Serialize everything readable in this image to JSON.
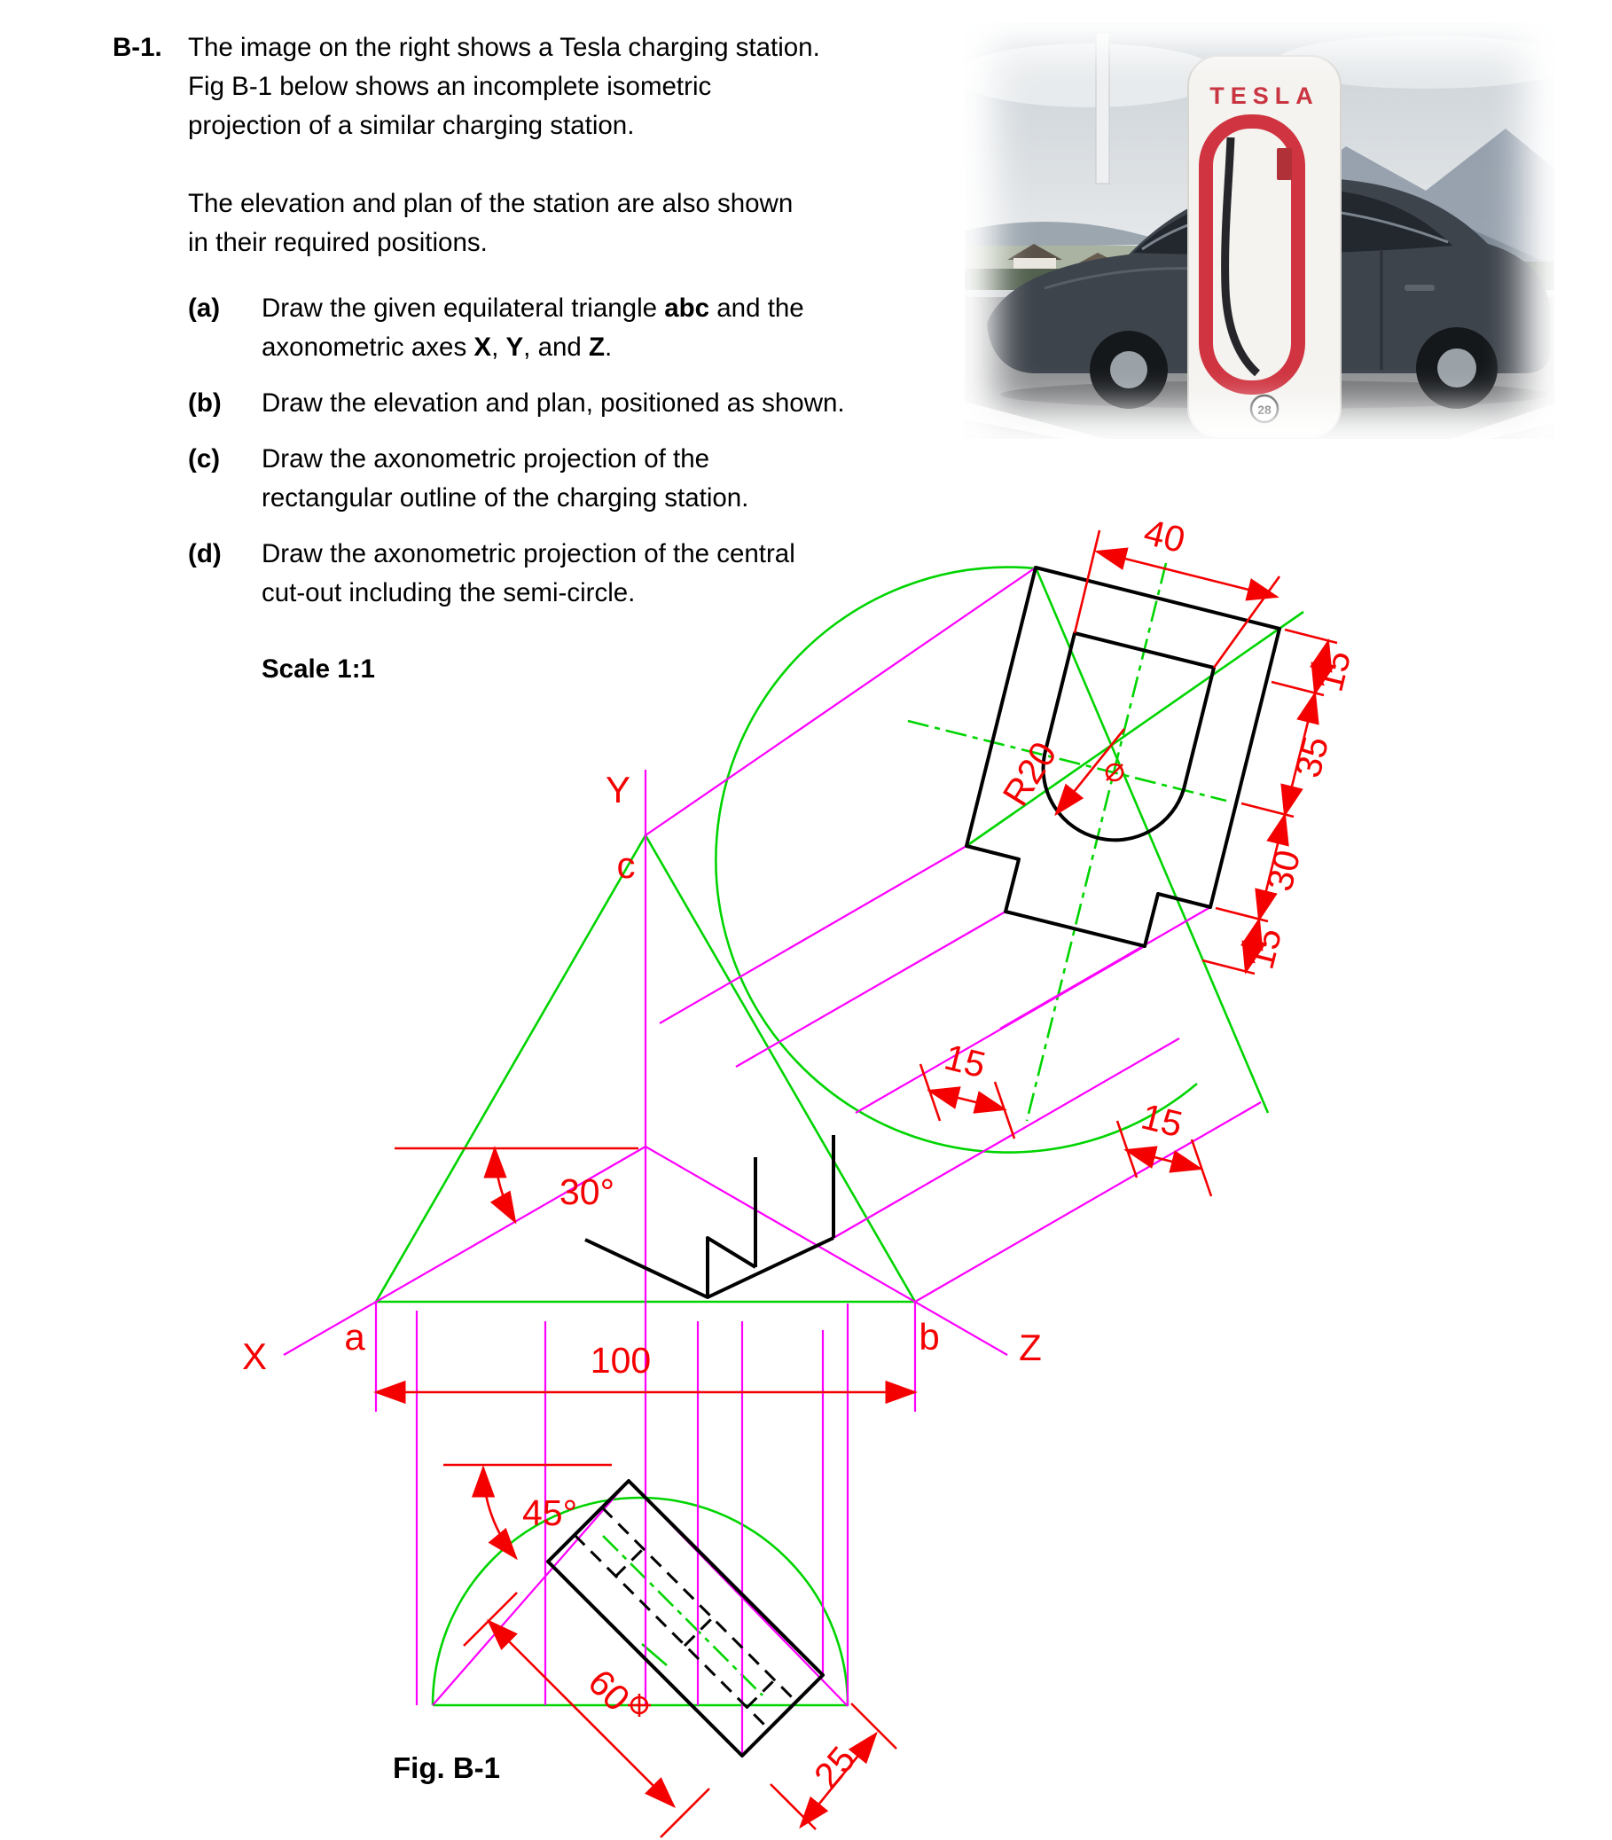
{
  "document": {
    "question_no": "B-1.",
    "intro": {
      "l1": "The image on the right shows a Tesla charging station.",
      "l2": "Fig B-1 below shows an incomplete isometric",
      "l3": "projection of a similar charging station.",
      "l4": "The elevation and plan of the station are also shown",
      "l5": "in their required positions."
    },
    "item_a": {
      "tag": "(a)",
      "l1_pre": "Draw the given equilateral triangle ",
      "l1_bold": "abc",
      "l1_post": " and the",
      "l2_s1": "axonometric axes ",
      "l2_b1": "X",
      "l2_s2": ", ",
      "l2_b2": "Y",
      "l2_s3": ", and ",
      "l2_b3": "Z",
      "l2_s4": "."
    },
    "item_b": {
      "tag": "(b)",
      "l1": "Draw the elevation and plan, positioned as shown."
    },
    "item_c": {
      "tag": "(c)",
      "l1": "Draw the axonometric projection of the",
      "l2": "rectangular outline of the charging station."
    },
    "item_d": {
      "tag": "(d)",
      "l1": "Draw the axonometric projection of the central",
      "l2": "cut-out including the semi-circle."
    },
    "scale_note": "Scale 1:1",
    "fig_caption": "Fig. B-1"
  },
  "photo": {
    "brand": "TESLA",
    "badge": "28"
  },
  "figure": {
    "axes": {
      "x": "X",
      "y": "Y",
      "z": "Z"
    },
    "triangle": {
      "a": "a",
      "b": "b",
      "c": "c"
    },
    "plan_side_dims": [
      "15",
      "35",
      "30",
      "15"
    ],
    "dims": {
      "plan_width": "40",
      "radius": "R20",
      "notch_left": "15",
      "notch_mid": "15",
      "angle_axo": "30°",
      "angle_elev": "45°",
      "base": "100",
      "elev_length": "60",
      "elev_width": "25"
    }
  },
  "colors": {
    "construction_lines": "#ff00ff",
    "view_lines": "#00d400",
    "dimension_lines": "#f40000",
    "outline": "#000000"
  }
}
